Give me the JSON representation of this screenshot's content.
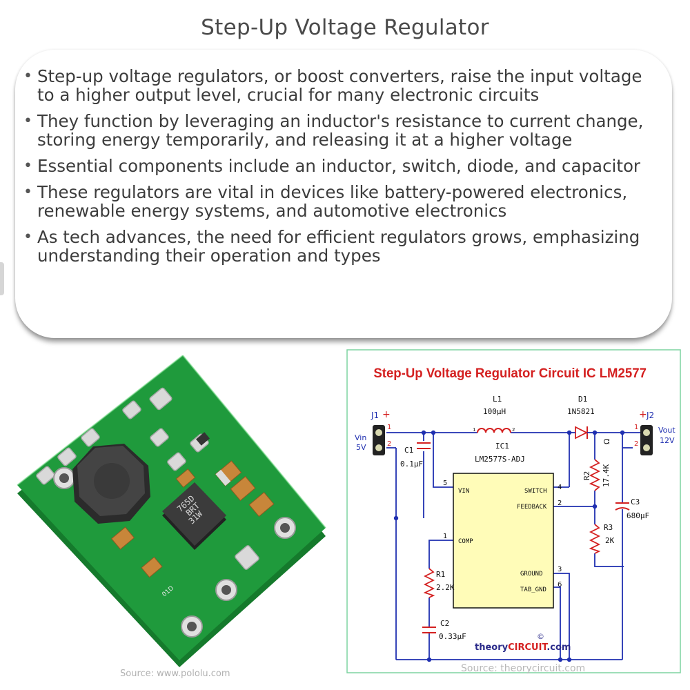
{
  "title": "Step-Up Voltage Regulator",
  "bullets": [
    "Step-up voltage regulators, or boost converters, raise the input voltage to a higher output level, crucial for many electronic circuits",
    "They function by leveraging an inductor's resistance to current change, storing energy temporarily, and releasing it at a higher voltage",
    "Essential components include an inductor, switch, diode, and capacitor",
    "These regulators are vital in devices like battery-powered electronics, renewable energy systems, and automotive electronics",
    "As tech advances, the need for efficient regulators grows, emphasizing understanding their operation and types"
  ],
  "bullet_symbol": "•",
  "photo": {
    "chip_text_1": "BRT",
    "chip_text_2": "31W",
    "chip_text_3": "765D",
    "pcb_label": "01D",
    "source": "Source: www.pololu.com",
    "colors": {
      "pcb": "#1f9a3c",
      "pcb_dark": "#157a2c",
      "pad": "#d9d9d9"
    }
  },
  "schematic": {
    "title": "Step-Up Voltage Regulator Circuit IC LM2577",
    "colors": {
      "wire": "#1f2fb0",
      "ic_fill": "#fffcb8",
      "component": "#d42020",
      "title": "#d42020",
      "border": "#7dd3a0"
    },
    "labels": {
      "j1": "J1",
      "j1_plus": "+",
      "vin_label": "Vin",
      "vin_value": "5V",
      "j2": "J2",
      "j2_plus": "+",
      "vout_label": "Vout",
      "vout_value": "12V",
      "pin_1": "1",
      "pin_2": "2",
      "l1": "L1",
      "l1_value": "100µH",
      "d1": "D1",
      "d1_value": "1N5821",
      "ic": "IC1",
      "ic_part": "LM2577S-ADJ",
      "vin_pin": "VIN",
      "switch_pin": "SWITCH",
      "feedback_pin": "FEEDBACK",
      "comp_pin": "COMP",
      "ground_pin": "GROUND",
      "tabgnd_pin": "TAB_GND",
      "pn_5": "5",
      "pn_4": "4",
      "pn_2": "2",
      "pn_1": "1",
      "pn_3": "3",
      "pn_6": "6",
      "c1": "C1",
      "c1_value": "0.1µF",
      "r2": "R2",
      "r2_value": "17.4K",
      "ohm": "Ω",
      "c3": "C3",
      "c3_value": "680µF",
      "r3": "R3",
      "r3_value": "2K",
      "r1": "R1",
      "r1_value": "2.2K",
      "c2": "C2",
      "c2_value": "0.33µF",
      "brand_1": "theory",
      "brand_2": "CIRCUIT",
      "brand_3": ".com",
      "copyright": "©"
    },
    "source": "Source: theorycircuit.com"
  }
}
